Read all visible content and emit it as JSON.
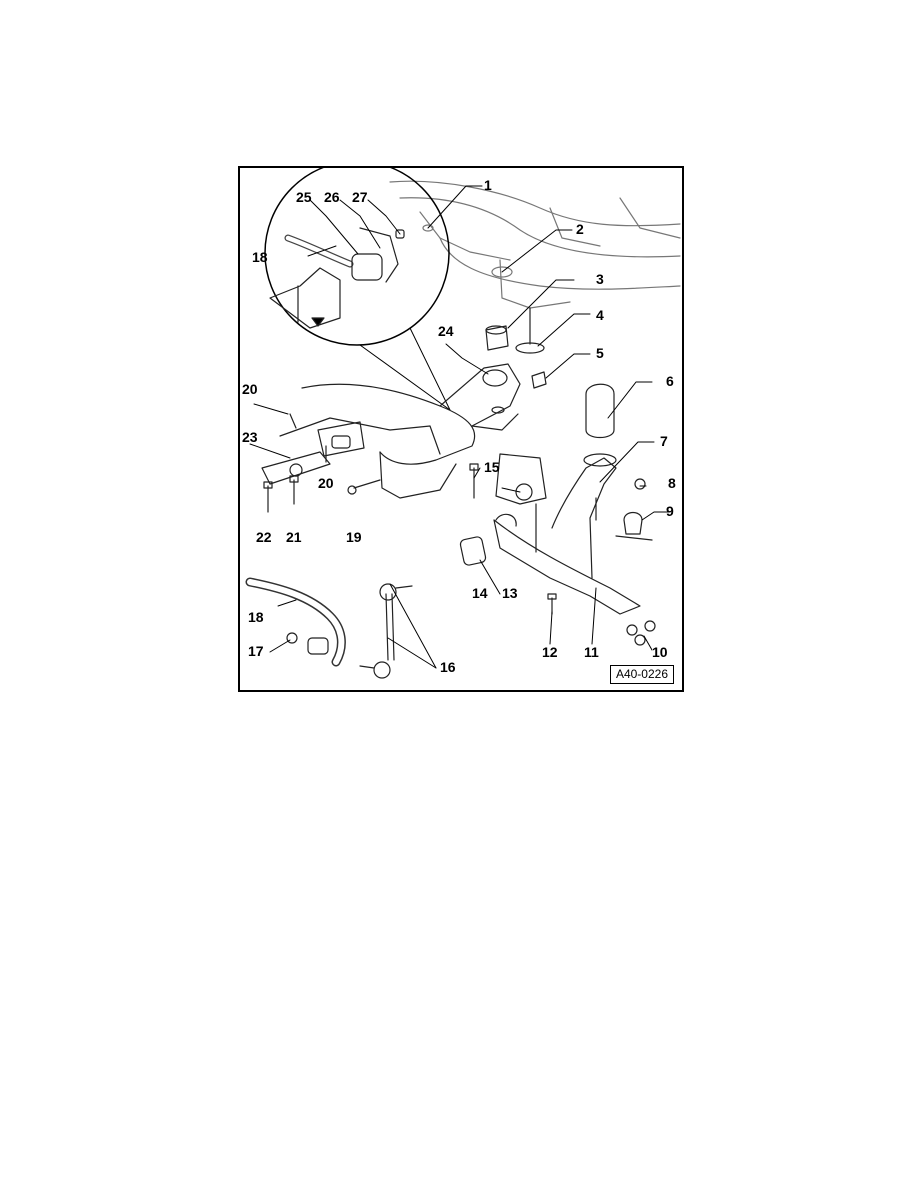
{
  "figure": {
    "code": "A40-0226",
    "callouts": [
      "1",
      "2",
      "3",
      "4",
      "5",
      "6",
      "7",
      "8",
      "9",
      "10",
      "11",
      "12",
      "13",
      "14",
      "15",
      "16",
      "17",
      "18",
      "18",
      "19",
      "20",
      "20",
      "21",
      "22",
      "23",
      "24",
      "25",
      "26",
      "27"
    ]
  }
}
